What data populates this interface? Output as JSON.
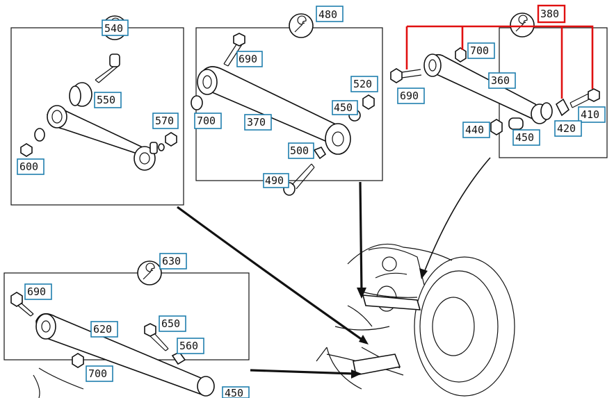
{
  "callouts": {
    "p540": "540",
    "p550": "550",
    "p570": "570",
    "p600": "600",
    "p480": "480",
    "p690_mid": "690",
    "p700_mid": "700",
    "p370": "370",
    "p520": "520",
    "p450_mid": "450",
    "p500": "500",
    "p490": "490",
    "p380": "380",
    "p700_right": "700",
    "p360": "360",
    "p690_right": "690",
    "p410": "410",
    "p420": "420",
    "p440": "440",
    "p450_right": "450",
    "p630": "630",
    "p690_bottom": "690",
    "p620": "620",
    "p650": "650",
    "p560": "560",
    "p700_bottom": "700",
    "p450_bottom": "450"
  },
  "colors": {
    "callout_border": "#1f7fae",
    "highlight": "#e01010",
    "line": "#111111"
  },
  "icons": {
    "service_marker": "wrench-icon"
  }
}
